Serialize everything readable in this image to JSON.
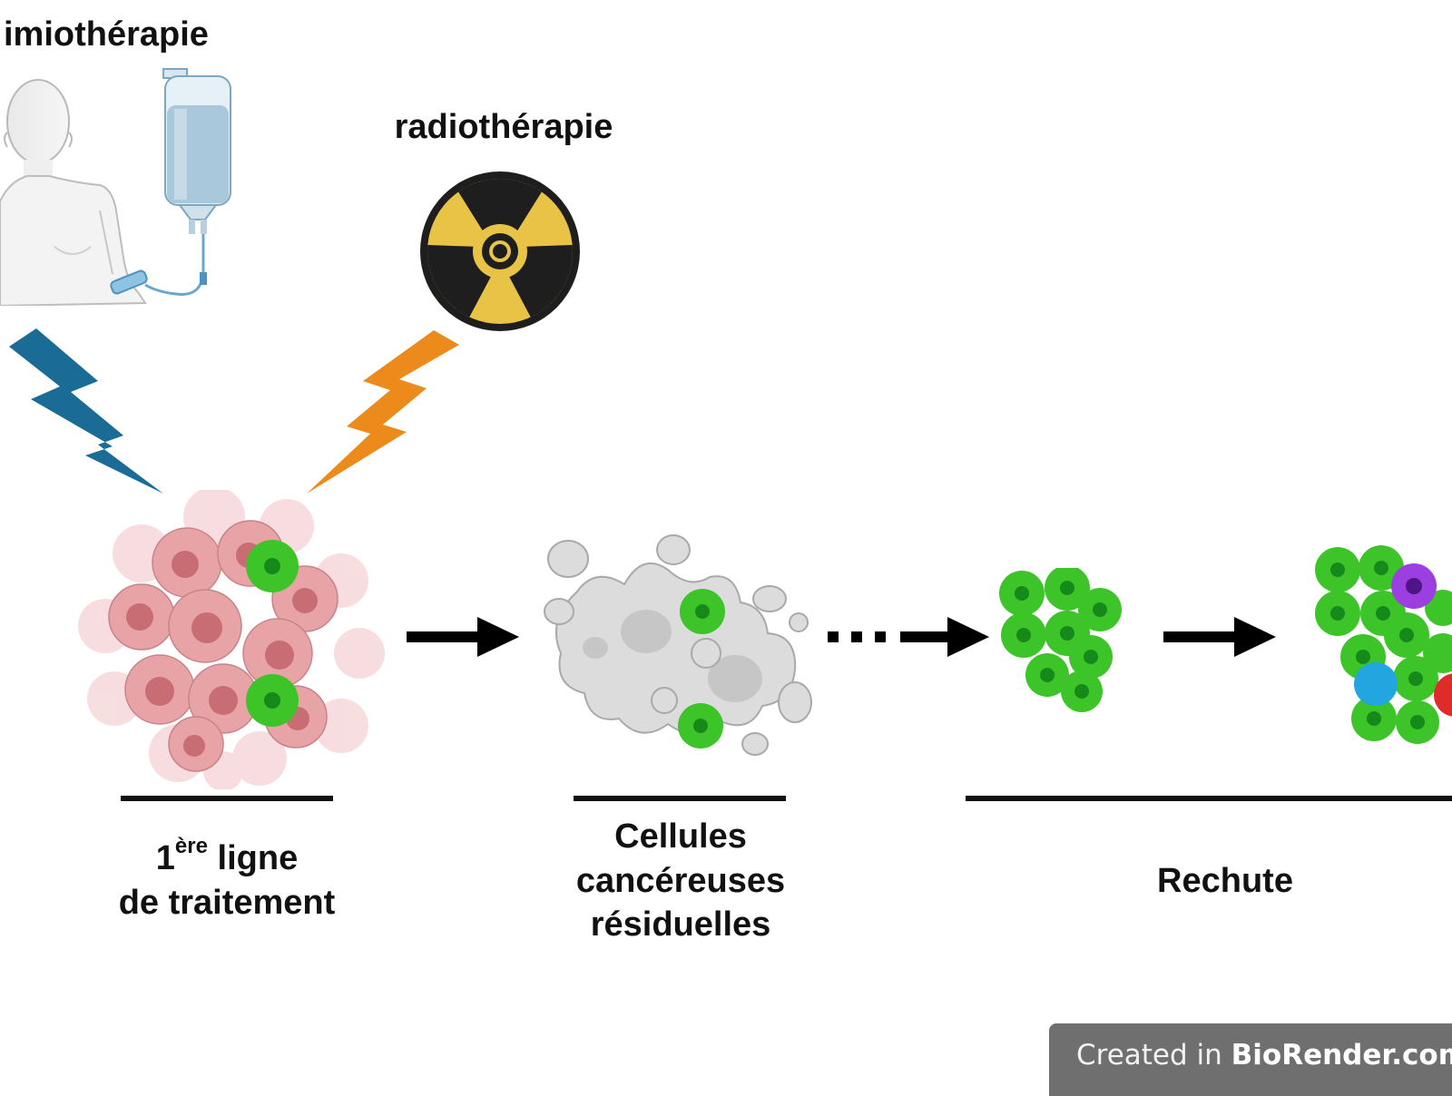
{
  "labels": {
    "chemo": "imiothérapie",
    "radio": "radiothérapie",
    "first_line_number": "1",
    "first_line_sup": "ère",
    "first_line_rest": " ligne",
    "first_line_second": "de traitement",
    "residual_line1": "Cellules",
    "residual_line2": "cancéreuses",
    "residual_line3": "résiduelles",
    "relapse": "Rechute"
  },
  "watermark": {
    "prefix": "Created in ",
    "brand": "BioRender.com"
  },
  "colors": {
    "bolt_chemo": "#1a6b96",
    "bolt_radio": "#ec8a1c",
    "radiation_yellow": "#e8c345",
    "tumor_pink": "#e7a3a6",
    "resistant_green": "#3cc429",
    "residual_gray": "#d9d9d9",
    "arrow": "#000000"
  },
  "icons": [
    "patient-silhouette-icon",
    "iv-bag-icon",
    "radiation-trefoil-icon",
    "lightning-bolt-icon",
    "arrow-right-icon"
  ]
}
